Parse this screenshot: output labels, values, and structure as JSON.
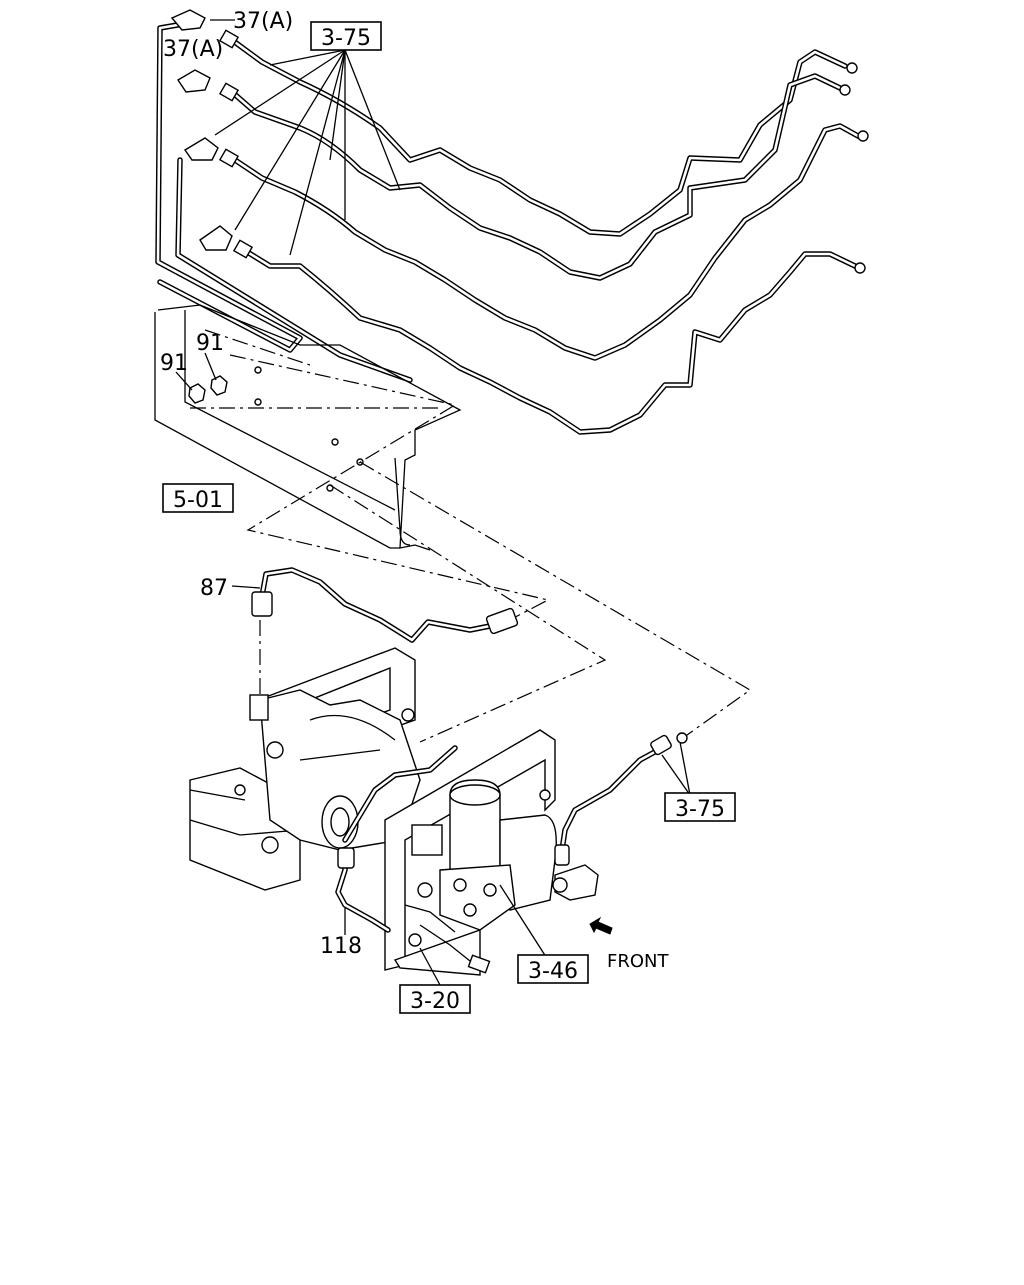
{
  "labels": {
    "callout_37a_top": "37(A)",
    "callout_37a_second": "37(A)",
    "ref_3_75_top": "3-75",
    "callout_91_upper": "91",
    "callout_91_lower": "91",
    "ref_5_01": "5-01",
    "callout_87": "87",
    "ref_3_75_right": "3-75",
    "callout_118": "118",
    "ref_3_46": "3-46",
    "front_label": "FRONT",
    "ref_3_20": "3-20"
  }
}
